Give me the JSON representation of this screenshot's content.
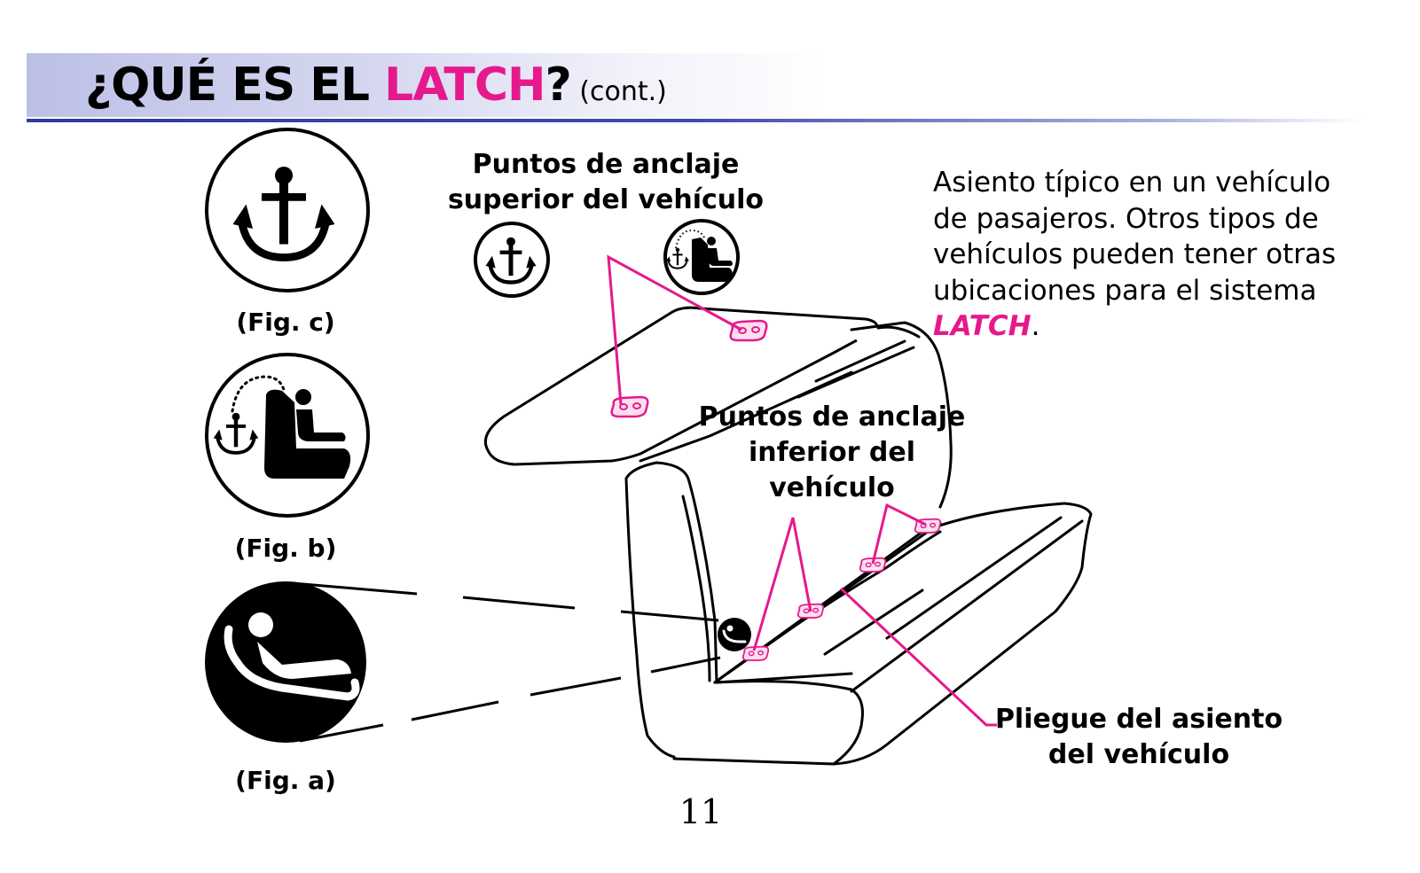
{
  "header": {
    "title_prefix": "¿QUÉ ES EL ",
    "title_highlight": "LATCH",
    "title_suffix": "?",
    "title_cont": " (cont.)"
  },
  "figures": {
    "fig_c": "(Fig. c)",
    "fig_b": "(Fig. b)",
    "fig_a": "(Fig. a)"
  },
  "labels": {
    "upper_anchor_line1": "Puntos de anclaje",
    "upper_anchor_line2": "superior del vehículo",
    "lower_anchor_line1": "Puntos de anclaje",
    "lower_anchor_line2": "inferior del",
    "lower_anchor_line3": "vehículo",
    "seat_bight_line1": "Pliegue del asiento",
    "seat_bight_line2": "del vehículo"
  },
  "description": {
    "line1": "Asiento típico en un vehículo",
    "line2": "de pasajeros. Otros tipos de",
    "line3": "vehículos pueden tener otras",
    "line4": "ubicaciones para el sistema",
    "latch_word": "LATCH",
    "period": "."
  },
  "page_number": "11",
  "colors": {
    "accent_pink": "#e6198c",
    "header_blue": "#2e3c9e",
    "header_band": "#bcc0e6"
  },
  "icons": {
    "fig_c": "anchor-icon",
    "fig_b": "tether-seat-icon",
    "fig_a": "lower-anchor-child-icon"
  }
}
